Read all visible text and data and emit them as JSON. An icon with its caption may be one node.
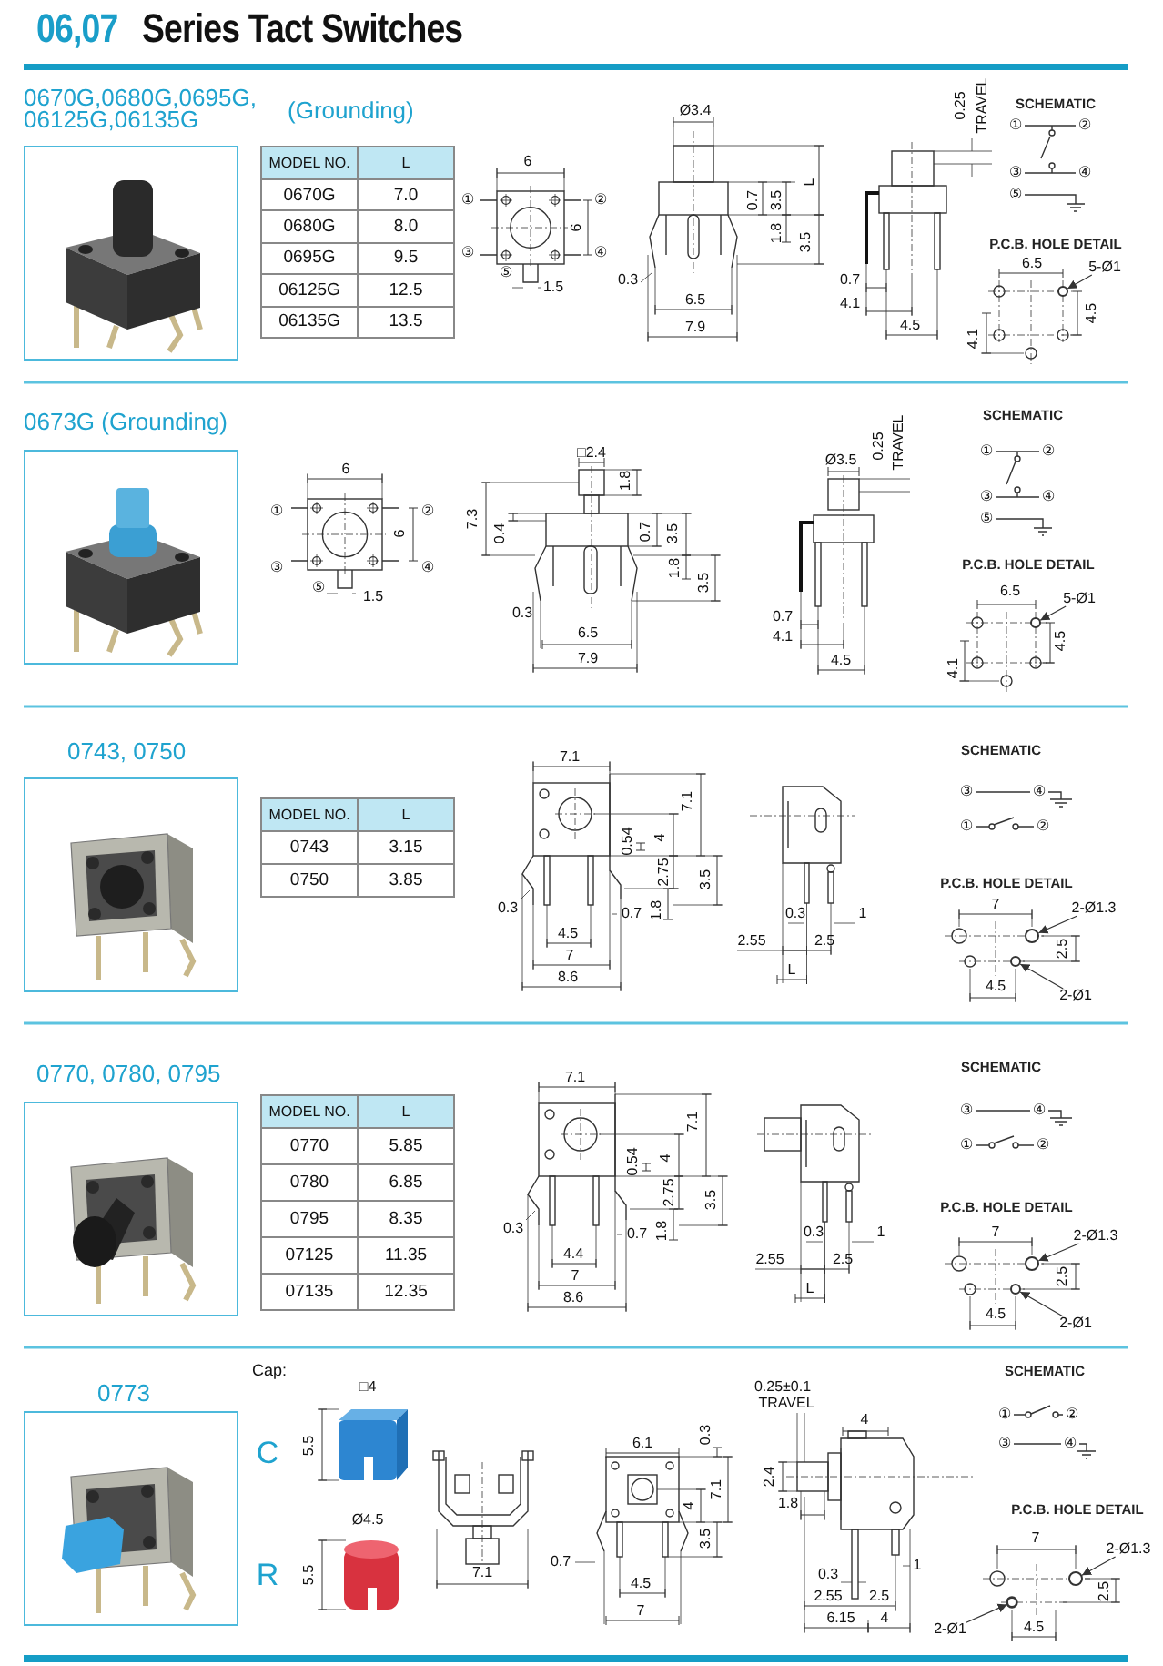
{
  "diagram": {
    "nodes": [
      {
        "text": [
          "5-Ø1"
        ]
      },
      {
        "text": [],
        "shape": "circle"
      },
      {
        "text": [
          "5-Ø1"
        ]
      },
      {
        "text": [],
        "shape": "circle"
      },
      {
        "text": [
          "2-Ø1.3"
        ]
      },
      {
        "text": [],
        "shape": "circle"
      },
      {
        "text": [
          "2-Ø1"
        ]
      },
      {
        "text": [],
        "shape": "circle"
      },
      {
        "text": [
          "2-Ø1.3"
        ]
      },
      {
        "text": [],
        "shape": "circle"
      },
      {
        "text": [
          "2-Ø1"
        ]
      },
      {
        "text": [],
        "shape": "circle"
      },
      {
        "text": [
          "2-Ø1.3"
        ]
      },
      {
        "text": [],
        "shape": "circle"
      },
      {
        "text": [
          "2-Ø1"
        ]
      },
      {
        "text": [],
        "shape": "circle"
      }
    ],
    "edges": [
      {
        "from": 0,
        "to": 1,
        "arrow": "to"
      },
      {
        "from": 2,
        "to": 3,
        "arrow": "to"
      },
      {
        "from": 4,
        "to": 5,
        "arrow": "to"
      },
      {
        "from": 6,
        "to": 7,
        "arrow": "to"
      },
      {
        "from": 8,
        "to": 9,
        "arrow": "to"
      },
      {
        "from": 10,
        "to": 11,
        "arrow": "to"
      },
      {
        "from": 12,
        "to": 13,
        "arrow": "to"
      },
      {
        "from": 14,
        "to": 15,
        "arrow": "to"
      }
    ],
    "labels": [
      "06,07",
      "Series Tact Switches",
      "0670G,0680G,0695G, 06125G,06135G",
      "(Grounding)",
      "MODEL NO.",
      "L",
      "0670G",
      "7.0",
      "0680G",
      "8.0",
      "0695G",
      "9.5",
      "06125G",
      "12.5",
      "06135G",
      "13.5",
      "6",
      "①",
      "②",
      "6",
      "③",
      "④",
      "⑤",
      "1.5",
      "Ø3.4",
      "L",
      "0.7",
      "3.5",
      "1.8",
      "3.5",
      "0.3",
      "6.5",
      "7.9",
      "0.25",
      "TRAVEL",
      "0.7",
      "4.1",
      "4.5",
      "SCHEMATIC",
      "①",
      "②",
      "③",
      "④",
      "⑤",
      "P.C.B. HOLE DETAIL",
      "6.5",
      "4.5",
      "4.1",
      "0673G (Grounding)",
      "6",
      "①",
      "②",
      "6",
      "③",
      "④",
      "⑤",
      "1.5",
      "□2.4",
      "1.8",
      "7.3",
      "0.4",
      "0.7",
      "3.5",
      "1.8",
      "3.5",
      "0.3",
      "6.5",
      "7.9",
      "Ø3.5",
      "0.25",
      "TRAVEL",
      "0.7",
      "4.1",
      "4.5",
      "SCHEMATIC",
      "①",
      "②",
      "③",
      "④",
      "⑤",
      "P.C.B. HOLE DETAIL",
      "6.5",
      "4.5",
      "4.1",
      "0743, 0750",
      "MODEL NO.",
      "L",
      "0743",
      "3.15",
      "0750",
      "3.85",
      "7.1",
      "7.1",
      "0.54",
      "4",
      "2.75",
      "3.5",
      "0.3",
      "1.8",
      "0.7",
      "4.5",
      "7",
      "8.6",
      "0.3",
      "1",
      "2.55",
      "2.5",
      "L",
      "SCHEMATIC",
      "③",
      "④",
      "①",
      "②",
      "P.C.B. HOLE DETAIL",
      "7",
      "2.5",
      "4.5",
      "0770, 0780, 0795",
      "MODEL NO.",
      "L",
      "0770",
      "5.85",
      "0780",
      "6.85",
      "0795",
      "8.35",
      "07125",
      "11.35",
      "07135",
      "12.35",
      "7.1",
      "7.1",
      "0.54",
      "4",
      "2.75",
      "3.5",
      "0.3",
      "1.8",
      "0.7",
      "4.4",
      "7",
      "8.6",
      "0.3",
      "1",
      "2.55",
      "2.5",
      "L",
      "SCHEMATIC",
      "③",
      "④",
      "①",
      "②",
      "P.C.B. HOLE DETAIL",
      "7",
      "2.5",
      "4.5",
      "Cap:",
      "0773",
      "□4",
      "C",
      "5.5",
      "Ø4.5",
      "R",
      "5.5",
      "7.1",
      "0.7",
      "6.1",
      "0.3",
      "7.1",
      "4",
      "3.5",
      "4.5",
      "7",
      "0.25±0.1",
      "TRAVEL",
      "4",
      "2.4",
      "1.8",
      "1",
      "0.3",
      "2.55",
      "2.5",
      "6.15",
      "4",
      "SCHEMATIC",
      "①",
      "②",
      "③",
      "④",
      "P.C.B. HOLE DETAIL",
      "7",
      "2.5",
      "4.5"
    ]
  }
}
